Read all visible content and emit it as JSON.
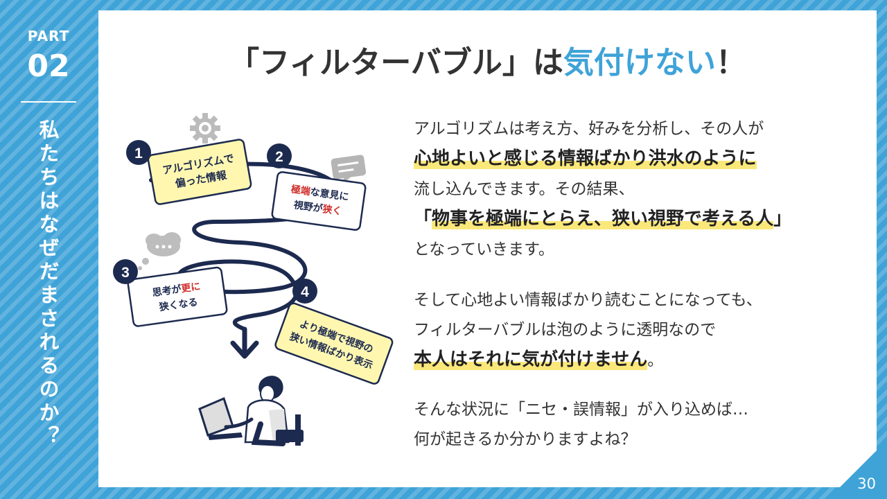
{
  "side": {
    "part_label": "PART",
    "part_number": "02",
    "section_title": "私たちはなぜだまされるのか？"
  },
  "title": {
    "part1": "「フィルターバブル」は",
    "accent": "気付けない",
    "part2": "！"
  },
  "illustration": {
    "steps": [
      {
        "num": "1",
        "line1": "アルゴリズムで",
        "line2": "偏った情報"
      },
      {
        "num": "2",
        "line1_red": "極端",
        "line1_rest": "な意見に",
        "line2_pre": "視野が",
        "line2_red": "狭く"
      },
      {
        "num": "3",
        "line1_pre": "思考が",
        "line1_red": "更に",
        "line2": "狭くなる"
      },
      {
        "num": "4",
        "line1": "より極端で視野の",
        "line2": "狭い情報ばかり表示"
      }
    ]
  },
  "body": {
    "p1_line1": "アルゴリズムは考え方、好みを分析し、その人が",
    "p1_line2": "心地よいと感じる情報ばかり洪水のように",
    "p1_line3": "流し込んできます。その結果、",
    "p1_line4_open": "「",
    "p1_line4_strong": "物事を極端にとらえ、狭い視野で考える人",
    "p1_line4_close": "」",
    "p1_line5": "となっていきます。",
    "p2_line1": "そして心地よい情報ばかり読むことになっても、",
    "p2_line2": "フィルターバブルは泡のように透明なので",
    "p2_line3_strong": "本人はそれに気が付けません",
    "p2_line3_end": "。",
    "p3_line1": "そんな状況に「ニセ・誤情報」が入り込めば…",
    "p3_line2": "何が起きるか分かりますよね？"
  },
  "page_number": "30",
  "colors": {
    "accent": "#3fa3d8",
    "highlight": "#fbe87a",
    "navy": "#1d2a4f",
    "note": "#fff7b0",
    "red": "#d0312d"
  }
}
